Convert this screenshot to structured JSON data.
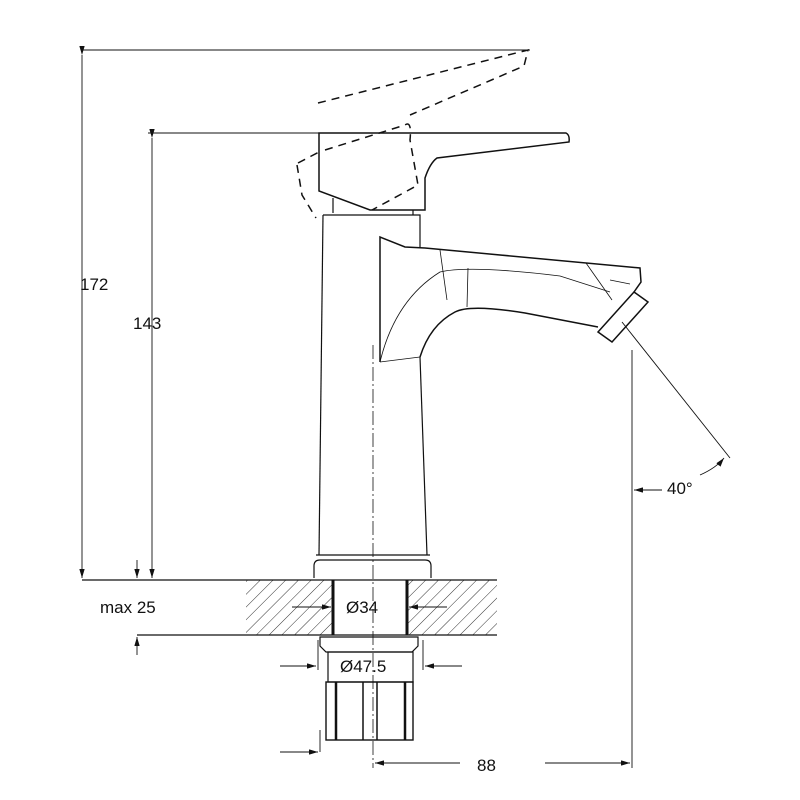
{
  "dimensions": {
    "total_height": "172",
    "spout_height": "143",
    "max_counter_thickness": "max 25",
    "hole_diameter": "Ø34",
    "nut_diameter": "Ø47.5",
    "reach": "88",
    "angle": "40°"
  },
  "colors": {
    "line": "#111111",
    "hatch": "#333333"
  }
}
